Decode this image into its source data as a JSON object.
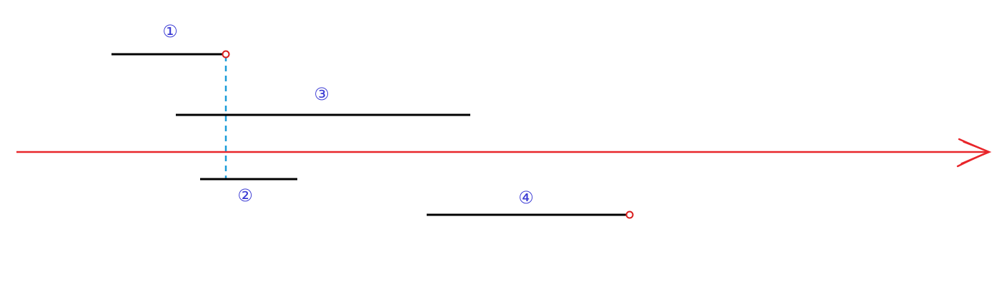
{
  "colors": {
    "axis": "#e8262b",
    "segment": "#000000",
    "endpoint_marker": "#d81e1e",
    "guide_line": "#1a9cd8",
    "label": "#3b3bd4",
    "background": "#ffffff"
  },
  "segments": [
    {
      "id": "seg1",
      "label": "①",
      "has_endpoint_marker": true
    },
    {
      "id": "seg2",
      "label": "②",
      "has_endpoint_marker": false
    },
    {
      "id": "seg3",
      "label": "③",
      "has_endpoint_marker": false
    },
    {
      "id": "seg4",
      "label": "④",
      "has_endpoint_marker": true
    }
  ],
  "axis": {
    "direction": "right",
    "arrow": "hand-drawn"
  },
  "guide": {
    "style": "dashed",
    "orientation": "vertical",
    "from": "seg1-right-endpoint",
    "to": "seg2"
  }
}
